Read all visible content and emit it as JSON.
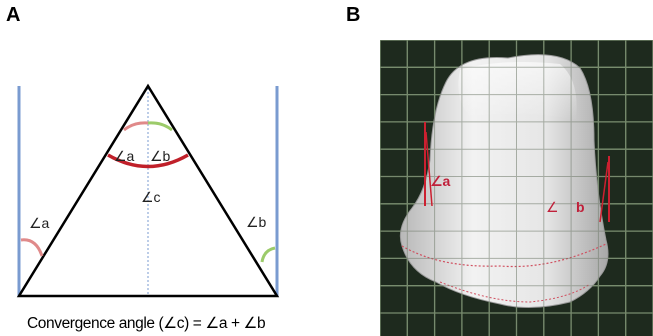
{
  "panels": {
    "a": {
      "letter": "A",
      "angle_labels": {
        "a_inner": "∠a",
        "b_inner": "∠b",
        "c": "∠c",
        "a_outer": "∠a",
        "b_outer": "∠b"
      },
      "caption": "Convergence angle (∠c) = ∠a + ∠b"
    },
    "b": {
      "letter": "B",
      "angle_labels": {
        "a": "∠a",
        "b_symbol": "∠",
        "b_letter": "b"
      }
    }
  },
  "colors": {
    "triangle": "#000000",
    "walls": "#7a9bd0",
    "arc_red": "#c0202a",
    "arc_pink": "#e08a8a",
    "arc_green": "#9ccb6a",
    "label_red": "#c0203a",
    "grid_background": "#1e2a1e",
    "grid_lines": "#7f9a72"
  }
}
